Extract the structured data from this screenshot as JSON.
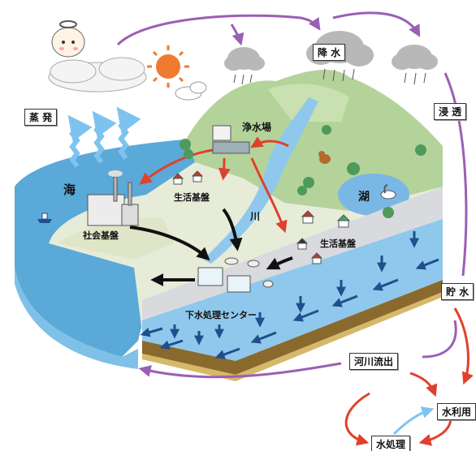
{
  "labels": {
    "evaporation": "蒸 発",
    "rain": "降 水",
    "infiltration": "浸 透",
    "sea": "海",
    "water_plant": "浄水場",
    "living_base_upper": "生活基盤",
    "living_base_lower": "生活基盤",
    "river": "川",
    "lake": "湖",
    "social_base": "社会基盤",
    "sewage_center": "下水処理センター",
    "storage": "貯 水",
    "river_outflow": "河川流出",
    "water_use": "水利用",
    "water_treatment": "水処理"
  },
  "colors": {
    "cycle_arrow": "#9b5fb5",
    "supply_arrow": "#e0412c",
    "sewage_arrow": "#111111",
    "ground_arrow": "#1f4f8c",
    "evaporation_arrow": "#7ec3f0",
    "sea": "#5aa9d8",
    "land": "#e7ecd9",
    "soil": "#8a6a2c",
    "aquifer": "#8fc8ec"
  },
  "icons": [
    "cloud-icon",
    "sun-icon",
    "angel-mascot-icon",
    "factory-icon",
    "tree-icon",
    "house-icon",
    "swan-icon",
    "deer-icon",
    "ship-icon",
    "tank-icon"
  ]
}
